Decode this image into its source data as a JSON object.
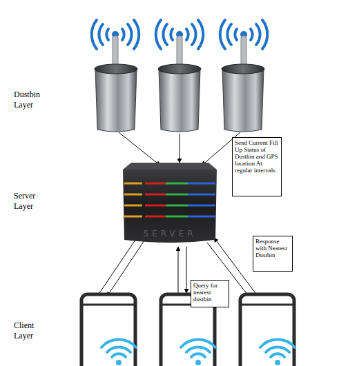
{
  "diagram": {
    "nodes": [
      {
        "text": [
          "Send Current Fill Up Status of Dustbin and GPS location At regular intervals"
        ]
      },
      {
        "text": [
          "SERVER"
        ]
      },
      {
        "text": [
          "Response with Nearest Dustbin"
        ]
      },
      {
        "text": [
          "Query for nearest dustbin"
        ]
      }
    ],
    "labels": [
      "Dustbin Layer",
      "Server Layer",
      "Client Layer"
    ]
  }
}
